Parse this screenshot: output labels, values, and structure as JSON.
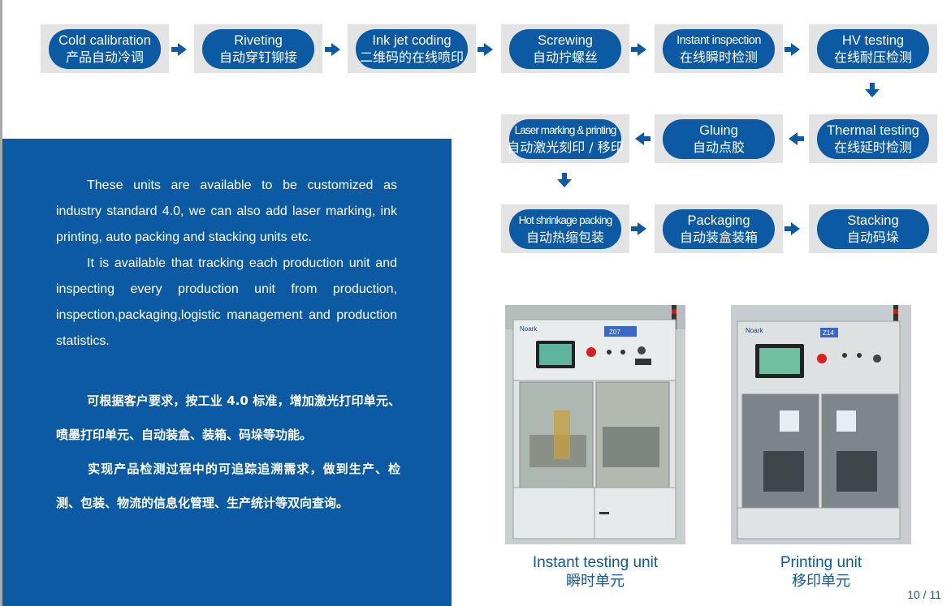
{
  "process": {
    "steps": [
      {
        "en": "Cold calibration",
        "zh": "产品自动冷调"
      },
      {
        "en": "Riveting",
        "zh": "自动穿钉铆接"
      },
      {
        "en": "Ink jet coding",
        "zh": "二维码的在线喷印"
      },
      {
        "en": "Screwing",
        "zh": "自动拧螺丝"
      },
      {
        "en": "Instant inspection",
        "zh": "在线瞬时检测"
      },
      {
        "en": "HV testing",
        "zh": "在线耐压检测"
      },
      {
        "en": "Thermal testing",
        "zh": "在线延时检测"
      },
      {
        "en": "Gluing",
        "zh": "自动点胶"
      },
      {
        "en": "Laser marking & printing",
        "zh": "自动激光刻印 / 移印"
      },
      {
        "en": "Hot shrinkage packing",
        "zh": "自动热缩包装"
      },
      {
        "en": "Packaging",
        "zh": "自动装盒装箱"
      },
      {
        "en": "Stacking",
        "zh": "自动码垛"
      }
    ]
  },
  "panel": {
    "en_p1": "These units are available to be customized as industry standard 4.0, we can also add laser marking, ink printing, auto packing and stacking units etc.",
    "en_p2": "It is available that tracking each production unit and inspecting every production unit from production, inspection,packaging,logistic management and production statistics.",
    "zh_p1": "可根据客户要求，按工业 4.0 标准，增加激光打印单元、喷墨打印单元、自动装盒、装箱、码垛等功能。",
    "zh_p2": "实现产品检测过程中的可追踪追溯需求，做到生产、检测、包装、物流的信息化管理、生产统计等双向查询。"
  },
  "photos": [
    {
      "brand": "Noark",
      "label": "Z07",
      "caption_en": "Instant testing unit",
      "caption_zh": "瞬时单元"
    },
    {
      "brand": "Noark",
      "label": "Z14",
      "caption_en": "Printing unit",
      "caption_zh": "移印单元"
    }
  ],
  "page_number": "10 / 11",
  "colors": {
    "brand_blue": "#0b5aa3",
    "step_bg": "#e3e3e3"
  }
}
